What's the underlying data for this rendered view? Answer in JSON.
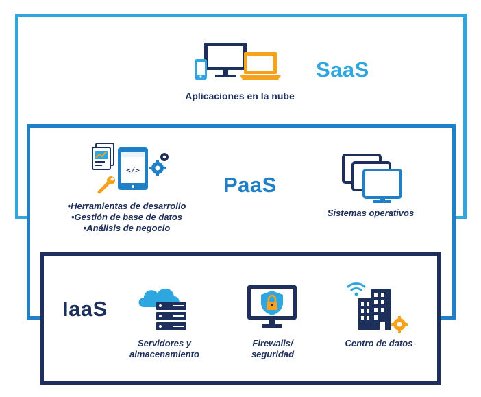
{
  "saas": {
    "title": "SaaS",
    "label": "Aplicaciones en la nube",
    "icon": "devices-icon"
  },
  "paas": {
    "title": "PaaS",
    "tools": {
      "items": [
        "•Herramientas de desarrollo",
        "•Gestión de base de datos",
        "•Análisis de negocio"
      ],
      "icon": "dev-tools-icon"
    },
    "os": {
      "label": "Sistemas operativos",
      "icon": "monitors-stack-icon"
    }
  },
  "iaas": {
    "title": "IaaS",
    "servers": {
      "line1": "Servidores y",
      "line2": "almacenamiento",
      "icon": "cloud-server-icon"
    },
    "firewall": {
      "line1": "Firewalls/",
      "line2": "seguridad",
      "icon": "lock-monitor-icon"
    },
    "datacenter": {
      "label": "Centro de datos",
      "icon": "building-wifi-icon"
    }
  },
  "colors": {
    "saas": "#2ea6df",
    "paas": "#1f7fc7",
    "iaas": "#1d2f5b",
    "accent": "#f6a21d"
  }
}
